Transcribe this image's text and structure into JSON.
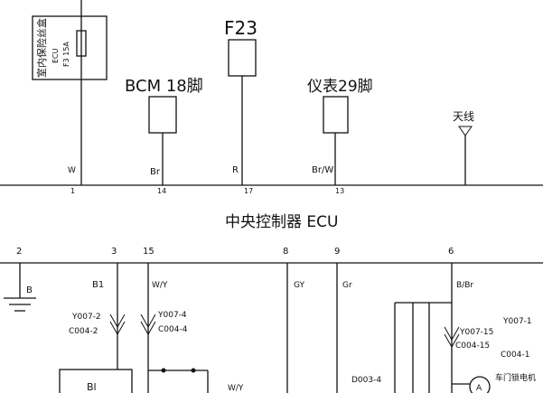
{
  "top": {
    "fuse_box_label": "室内保险丝盒",
    "fuse_ecu": "ECU",
    "fuse_rating": "F3 15A",
    "pin_top_a": "W",
    "pin_top_a_num": "1",
    "bcm": {
      "label": "BCM 18脚",
      "wire": "Br",
      "pin": "14"
    },
    "f23": {
      "label": "F23",
      "wire": "R",
      "pin": "17"
    },
    "meter": {
      "label": "仪表29脚",
      "wire": "Br/W",
      "pin": "13"
    },
    "antenna": {
      "label": "天线"
    }
  },
  "ecu": {
    "title": "中央控制器 ECU"
  },
  "bottom": {
    "pins": [
      {
        "num": "2",
        "wire": "B"
      },
      {
        "num": "3",
        "wire": "B1"
      },
      {
        "num": "15",
        "wire": "W/Y"
      },
      {
        "num": "8",
        "wire": "GY"
      },
      {
        "num": "9",
        "wire": "Gr"
      },
      {
        "num": "6",
        "wire": "B/Br"
      }
    ],
    "connectors": {
      "c1a": "Y007-2",
      "c1b": "C004-2",
      "c2a": "Y007-4",
      "c2b": "C004-4",
      "c3a": "Y007-15",
      "c3b": "C004-15",
      "c4a": "Y007-1",
      "c4b": "C004-1",
      "d003": "D003-4"
    },
    "box_bl": "Bl",
    "wire_wy_bottom": "W/Y",
    "motor_label": "车门锁电机",
    "motor_symbol": "A"
  }
}
